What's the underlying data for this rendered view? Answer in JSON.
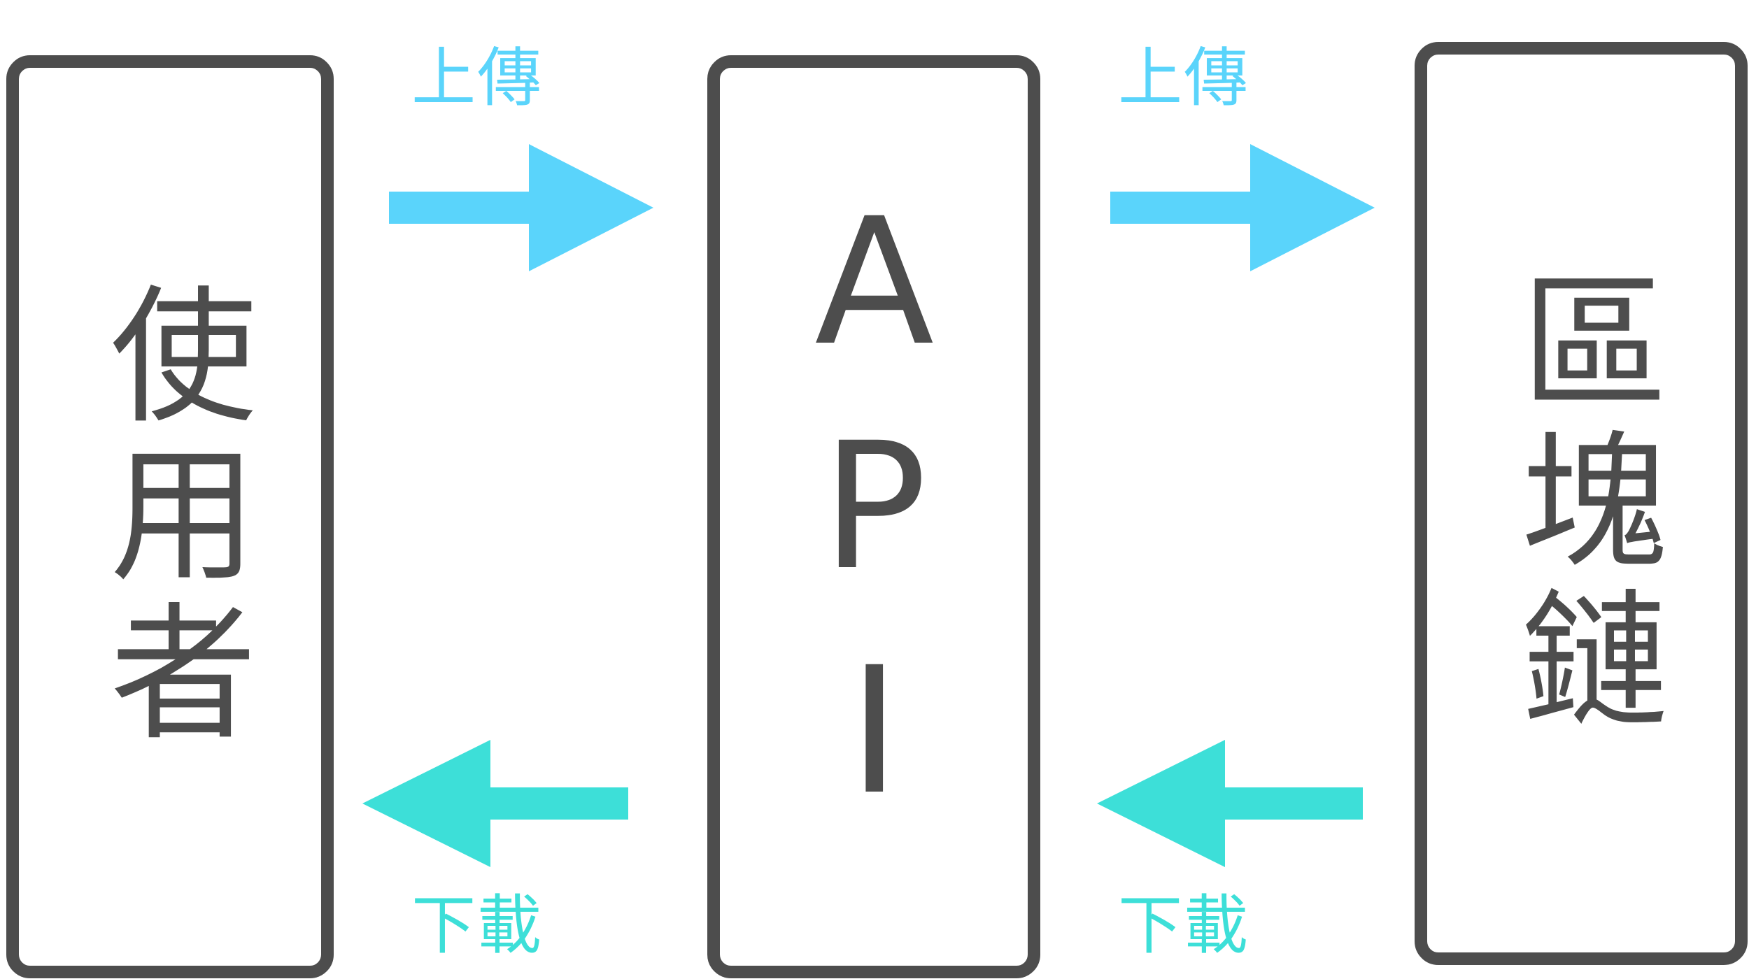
{
  "nodes": {
    "user": {
      "label": "使用者"
    },
    "api": {
      "label": "API"
    },
    "blockchain": {
      "label": "區塊鏈"
    }
  },
  "edges": [
    {
      "from": "使用者",
      "to": "API",
      "label": "上傳",
      "direction": "right"
    },
    {
      "from": "API",
      "to": "區塊鏈",
      "label": "上傳",
      "direction": "right"
    },
    {
      "from": "API",
      "to": "使用者",
      "label": "下載",
      "direction": "left"
    },
    {
      "from": "區塊鏈",
      "to": "API",
      "label": "下載",
      "direction": "left"
    }
  ],
  "colors": {
    "box_border": "#4d4d4d",
    "upload": "#5ad4fb",
    "download": "#3ddfd8"
  }
}
